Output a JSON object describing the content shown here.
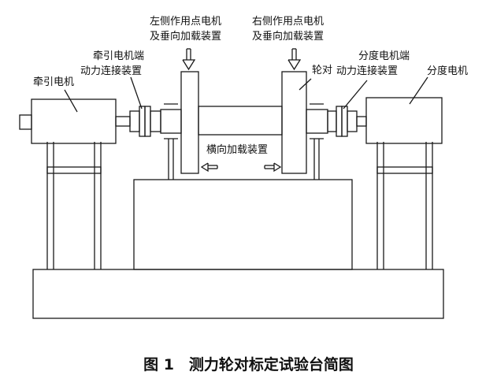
{
  "colors": {
    "line": "#1a1a1a",
    "background": "#ffffff",
    "text": "#111111"
  },
  "labels": {
    "left_actuator_line1": "左侧作用点电机",
    "left_actuator_line2": "及垂向加载装置",
    "right_actuator_line1": "右侧作用点电机",
    "right_actuator_line2": "及垂向加载装置",
    "traction_coupling_line1": "牵引电机端",
    "traction_coupling_line2": "动力连接装置",
    "traction_motor": "牵引电机",
    "wheelset": "轮对",
    "indexing_coupling_line1": "分度电机端",
    "indexing_coupling_line2": "动力连接装置",
    "indexing_motor": "分度电机",
    "lateral_loader": "横向加载装置"
  },
  "caption": "图 1　测力轮对标定试验台简图"
}
